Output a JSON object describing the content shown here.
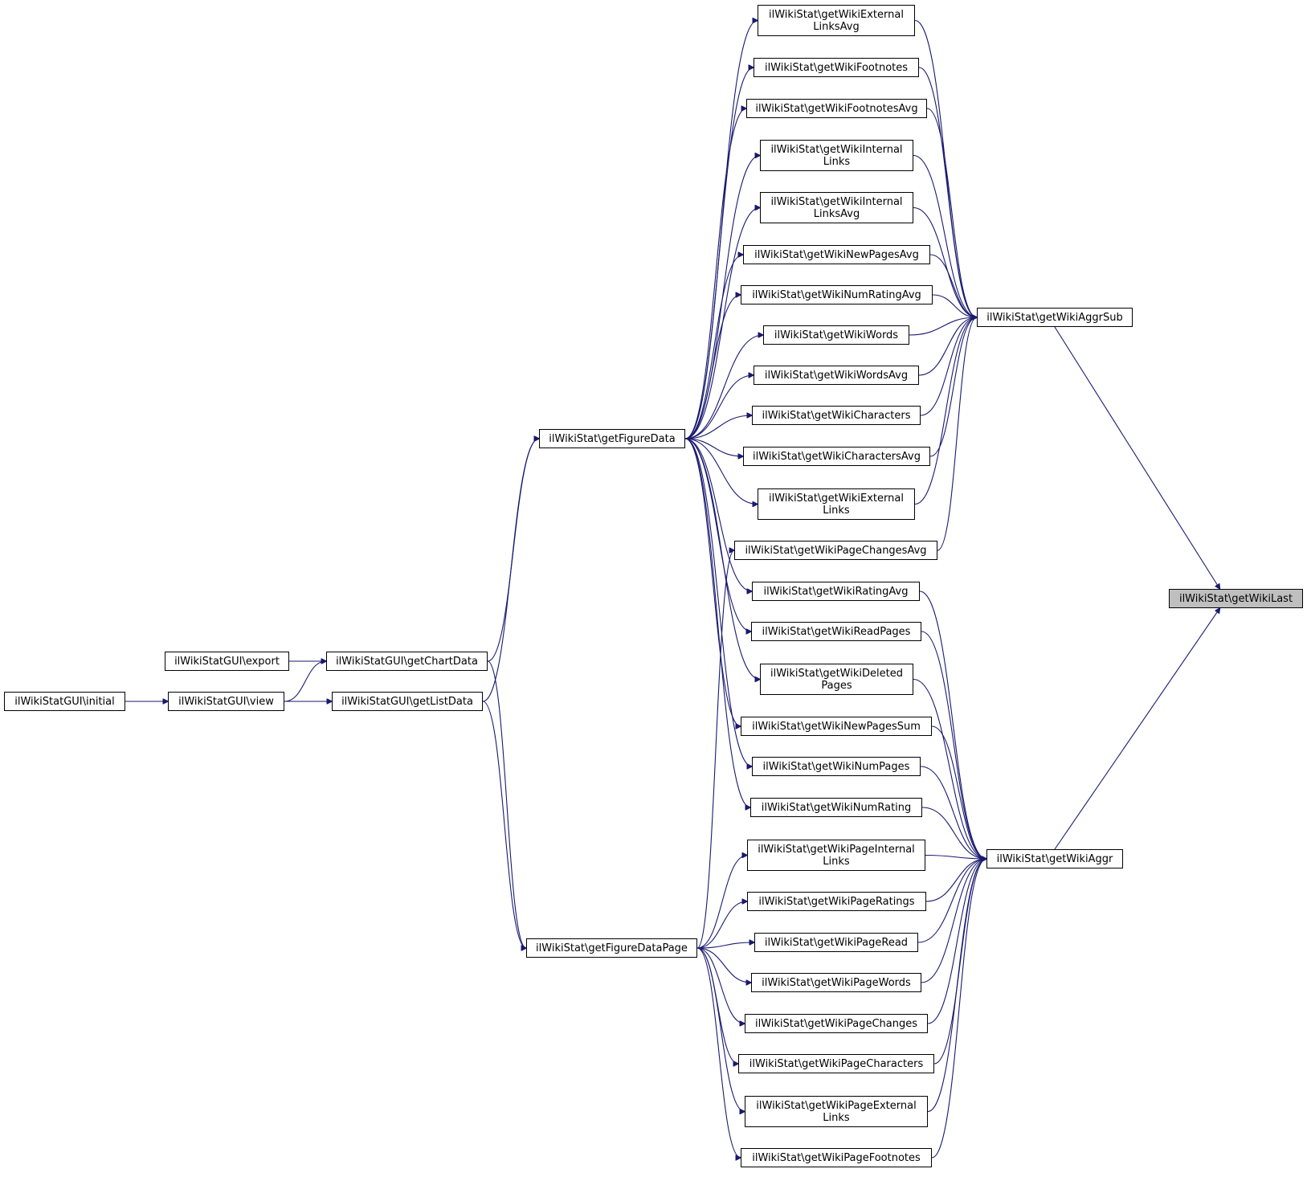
{
  "colors": {
    "edge": "#191970",
    "node_border": "#000000",
    "node_fill": "#ffffff",
    "highlight_fill": "#bfbfbf"
  },
  "nodes": {
    "last": "ilWikiStat\\getWikiLast",
    "aggrSub": "ilWikiStat\\getWikiAggrSub",
    "aggr": "ilWikiStat\\getWikiAggr",
    "figureData": "ilWikiStat\\getFigureData",
    "figureDataPage": "ilWikiStat\\getFigureDataPage",
    "chartData": "ilWikiStatGUI\\getChartData",
    "listData": "ilWikiStatGUI\\getListData",
    "export": "ilWikiStatGUI\\export",
    "view": "ilWikiStatGUI\\view",
    "initial": "ilWikiStatGUI\\initial",
    "extLinksAvg": "ilWikiStat\\getWikiExternal\nLinksAvg",
    "footnotes": "ilWikiStat\\getWikiFootnotes",
    "footnotesAvg": "ilWikiStat\\getWikiFootnotesAvg",
    "intLinks": "ilWikiStat\\getWikiInternal\nLinks",
    "intLinksAvg": "ilWikiStat\\getWikiInternal\nLinksAvg",
    "newPagesAvg": "ilWikiStat\\getWikiNewPagesAvg",
    "numRatingAvg": "ilWikiStat\\getWikiNumRatingAvg",
    "words": "ilWikiStat\\getWikiWords",
    "wordsAvg": "ilWikiStat\\getWikiWordsAvg",
    "characters": "ilWikiStat\\getWikiCharacters",
    "charactersAvg": "ilWikiStat\\getWikiCharactersAvg",
    "extLinks": "ilWikiStat\\getWikiExternal\nLinks",
    "pageChangesAvg": "ilWikiStat\\getWikiPageChangesAvg",
    "ratingAvg": "ilWikiStat\\getWikiRatingAvg",
    "readPages": "ilWikiStat\\getWikiReadPages",
    "deletedPages": "ilWikiStat\\getWikiDeleted\nPages",
    "newPagesSum": "ilWikiStat\\getWikiNewPagesSum",
    "numPages": "ilWikiStat\\getWikiNumPages",
    "numRating": "ilWikiStat\\getWikiNumRating",
    "pageIntLinks": "ilWikiStat\\getWikiPageInternal\nLinks",
    "pageRatings": "ilWikiStat\\getWikiPageRatings",
    "pageRead": "ilWikiStat\\getWikiPageRead",
    "pageWords": "ilWikiStat\\getWikiPageWords",
    "pageChanges": "ilWikiStat\\getWikiPageChanges",
    "pageCharacters": "ilWikiStat\\getWikiPageCharacters",
    "pageExtLinks": "ilWikiStat\\getWikiPageExternal\nLinks",
    "pageFootnotes": "ilWikiStat\\getWikiPageFootnotes"
  },
  "edges": [
    [
      "aggrSub",
      "last"
    ],
    [
      "aggr",
      "last"
    ],
    [
      "extLinksAvg",
      "aggrSub"
    ],
    [
      "footnotes",
      "aggrSub"
    ],
    [
      "footnotesAvg",
      "aggrSub"
    ],
    [
      "intLinks",
      "aggrSub"
    ],
    [
      "intLinksAvg",
      "aggrSub"
    ],
    [
      "newPagesAvg",
      "aggrSub"
    ],
    [
      "numRatingAvg",
      "aggrSub"
    ],
    [
      "words",
      "aggrSub"
    ],
    [
      "wordsAvg",
      "aggrSub"
    ],
    [
      "characters",
      "aggrSub"
    ],
    [
      "charactersAvg",
      "aggrSub"
    ],
    [
      "extLinks",
      "aggrSub"
    ],
    [
      "pageChangesAvg",
      "aggrSub"
    ],
    [
      "ratingAvg",
      "aggr"
    ],
    [
      "readPages",
      "aggr"
    ],
    [
      "deletedPages",
      "aggr"
    ],
    [
      "newPagesSum",
      "aggr"
    ],
    [
      "numPages",
      "aggr"
    ],
    [
      "numRating",
      "aggr"
    ],
    [
      "pageIntLinks",
      "aggr"
    ],
    [
      "pageRatings",
      "aggr"
    ],
    [
      "pageRead",
      "aggr"
    ],
    [
      "pageWords",
      "aggr"
    ],
    [
      "pageChanges",
      "aggr"
    ],
    [
      "pageCharacters",
      "aggr"
    ],
    [
      "pageExtLinks",
      "aggr"
    ],
    [
      "pageFootnotes",
      "aggr"
    ],
    [
      "figureData",
      "extLinksAvg"
    ],
    [
      "figureData",
      "footnotes"
    ],
    [
      "figureData",
      "footnotesAvg"
    ],
    [
      "figureData",
      "intLinks"
    ],
    [
      "figureData",
      "intLinksAvg"
    ],
    [
      "figureData",
      "newPagesAvg"
    ],
    [
      "figureData",
      "numRatingAvg"
    ],
    [
      "figureData",
      "words"
    ],
    [
      "figureData",
      "wordsAvg"
    ],
    [
      "figureData",
      "characters"
    ],
    [
      "figureData",
      "charactersAvg"
    ],
    [
      "figureData",
      "extLinks"
    ],
    [
      "figureData",
      "ratingAvg"
    ],
    [
      "figureData",
      "readPages"
    ],
    [
      "figureData",
      "deletedPages"
    ],
    [
      "figureData",
      "newPagesSum"
    ],
    [
      "figureData",
      "numPages"
    ],
    [
      "figureData",
      "numRating"
    ],
    [
      "figureDataPage",
      "pageChangesAvg"
    ],
    [
      "figureDataPage",
      "pageIntLinks"
    ],
    [
      "figureDataPage",
      "pageRatings"
    ],
    [
      "figureDataPage",
      "pageRead"
    ],
    [
      "figureDataPage",
      "pageWords"
    ],
    [
      "figureDataPage",
      "pageChanges"
    ],
    [
      "figureDataPage",
      "pageCharacters"
    ],
    [
      "figureDataPage",
      "pageExtLinks"
    ],
    [
      "figureDataPage",
      "pageFootnotes"
    ],
    [
      "chartData",
      "figureData"
    ],
    [
      "listData",
      "figureData"
    ],
    [
      "chartData",
      "figureDataPage"
    ],
    [
      "listData",
      "figureDataPage"
    ],
    [
      "export",
      "chartData"
    ],
    [
      "view",
      "chartData"
    ],
    [
      "view",
      "listData"
    ],
    [
      "initial",
      "view"
    ]
  ]
}
